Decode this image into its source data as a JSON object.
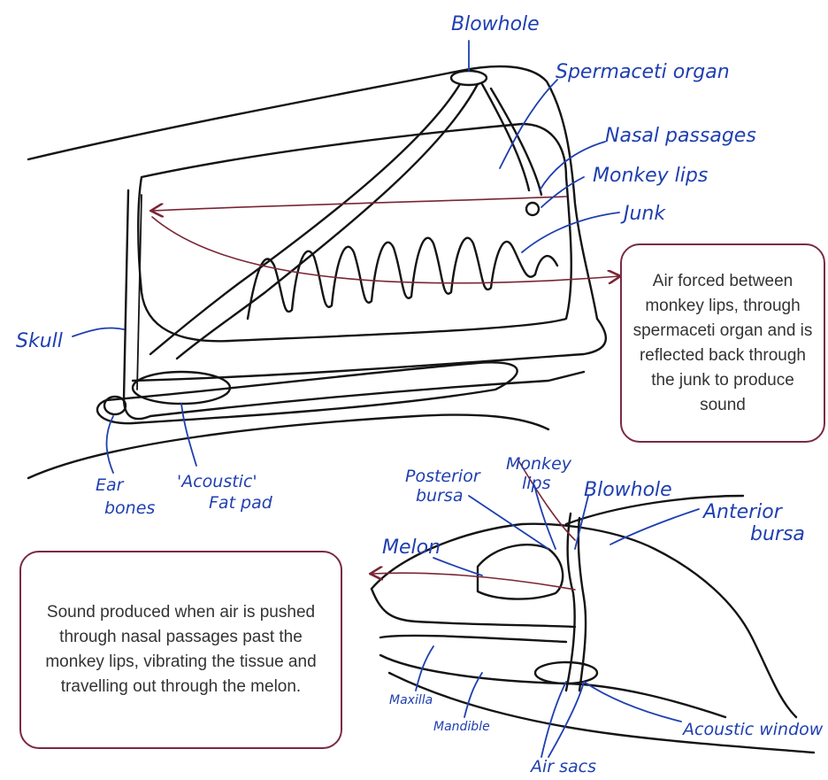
{
  "sperm_whale": {
    "labels": {
      "blowhole": "Blowhole",
      "spermaceti_organ": "Spermaceti organ",
      "nasal_passages": "Nasal passages",
      "monkey_lips": "Monkey lips",
      "junk": "Junk",
      "skull": "Skull",
      "ear_bones_1": "Ear",
      "ear_bones_2": "bones",
      "acoustic_fat_pad_1": "'Acoustic'",
      "acoustic_fat_pad_2": "Fat pad"
    },
    "note": "Air forced between monkey lips, through spermaceti organ and is reflected back through the junk to produce sound"
  },
  "dolphin": {
    "labels": {
      "posterior_bursa_1": "Posterior",
      "posterior_bursa_2": "bursa",
      "monkey_lips_1": "Monkey",
      "monkey_lips_2": "lips",
      "blowhole": "Blowhole",
      "anterior_bursa_1": "Anterior",
      "anterior_bursa_2": "bursa",
      "melon": "Melon",
      "maxilla": "Maxilla",
      "mandible": "Mandible",
      "acoustic_window": "Acoustic window",
      "air_sacs": "Air sacs"
    },
    "note": "Sound produced when air is pushed through nasal passages past the monkey lips, vibrating the tissue and travelling out through the melon."
  },
  "colors": {
    "ink": "#141414",
    "label_blue": "#1f3fb0",
    "sound_path_red": "#7a2535",
    "note_border": "#7a2a45"
  }
}
